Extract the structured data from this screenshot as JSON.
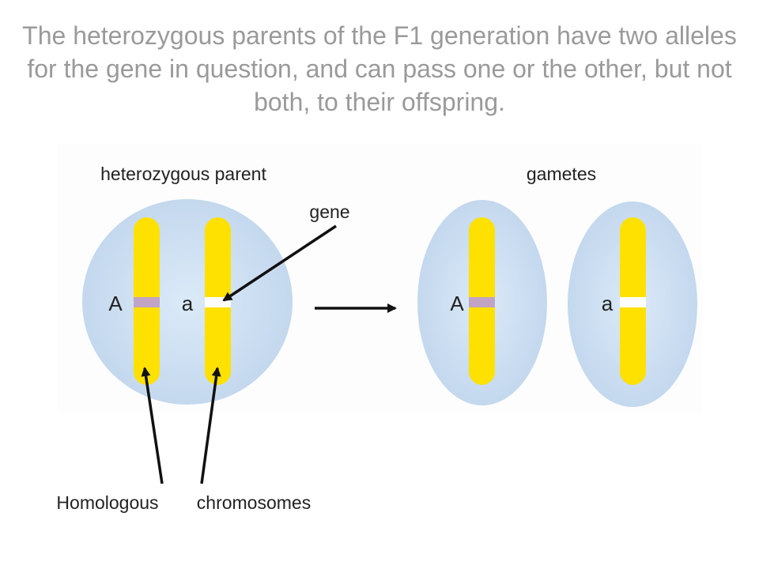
{
  "title": "The heterozygous parents of the F1 generation have two alleles for the gene in question, and can pass one or the other, but not both, to their offspring.",
  "labels": {
    "parent": "heterozygous parent",
    "gametes": "gametes",
    "gene": "gene",
    "homologous_word1": "Homologous",
    "homologous_word2": "chromosomes"
  },
  "alleles": {
    "parent_left": "A",
    "parent_right": "a",
    "gamete_left": "A",
    "gamete_right": "a"
  },
  "colors": {
    "title_text": "#9a9a9a",
    "cell_fill": "#c6d9ef",
    "cell_center": "#d8e8f6",
    "chromosome": "#ffe100",
    "allele_dominant_band": "#c1a3c4",
    "allele_recessive_band": "#ffffff",
    "arrow": "#111111"
  }
}
